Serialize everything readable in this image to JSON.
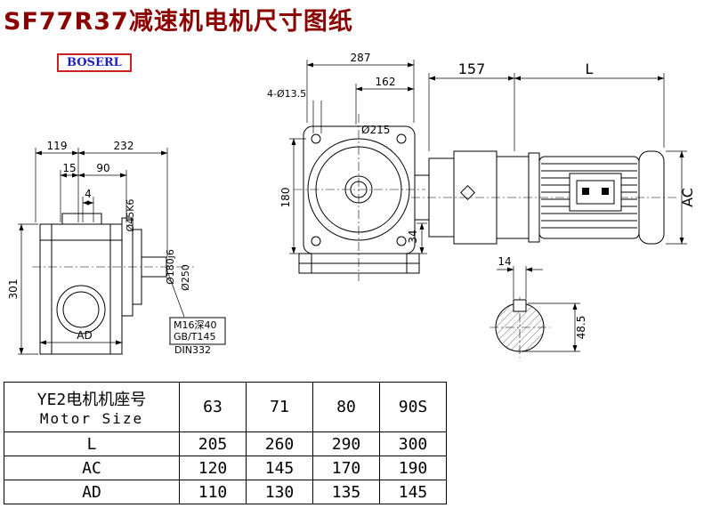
{
  "page": {
    "title": "SF77R37减速机电机尺寸图纸",
    "logo": "BOSERL"
  },
  "colors": {
    "title": "#8b0000",
    "logo_text": "#1f1fbf",
    "logo_border": "#cc2020",
    "line": "#000000"
  },
  "left_view": {
    "dim_top_left": "119",
    "dim_top_right": "232",
    "dim_15": "15",
    "dim_90": "90",
    "dim_4": "4",
    "dim_height": "301",
    "dim_ad": "AD",
    "label_shaft": "Ø45K6",
    "label_spigot": "Ø180j6",
    "label_flange": "Ø250",
    "note1": "M16深40",
    "note2": "GB/T145",
    "note3": "DIN332"
  },
  "front_view": {
    "dim_width": "287",
    "dim_162": "162",
    "dim_holes": "4-Ø13.5",
    "dim_flange": "Ø215",
    "dim_height": "180",
    "dim_34": "34"
  },
  "motor_view": {
    "dim_157": "157",
    "dim_l": "L",
    "dim_ac": "AC"
  },
  "shaft_view": {
    "dim_key_width": "14",
    "dim_key_height": "48.5"
  },
  "table": {
    "header": {
      "line1": "YE2电机机座号",
      "line2": "Motor Size"
    },
    "sizes": [
      "63",
      "71",
      "80",
      "90S"
    ],
    "rows": [
      {
        "label": "L",
        "values": [
          "205",
          "260",
          "290",
          "300"
        ]
      },
      {
        "label": "AC",
        "values": [
          "120",
          "145",
          "170",
          "190"
        ]
      },
      {
        "label": "AD",
        "values": [
          "110",
          "130",
          "135",
          "145"
        ]
      }
    ]
  }
}
